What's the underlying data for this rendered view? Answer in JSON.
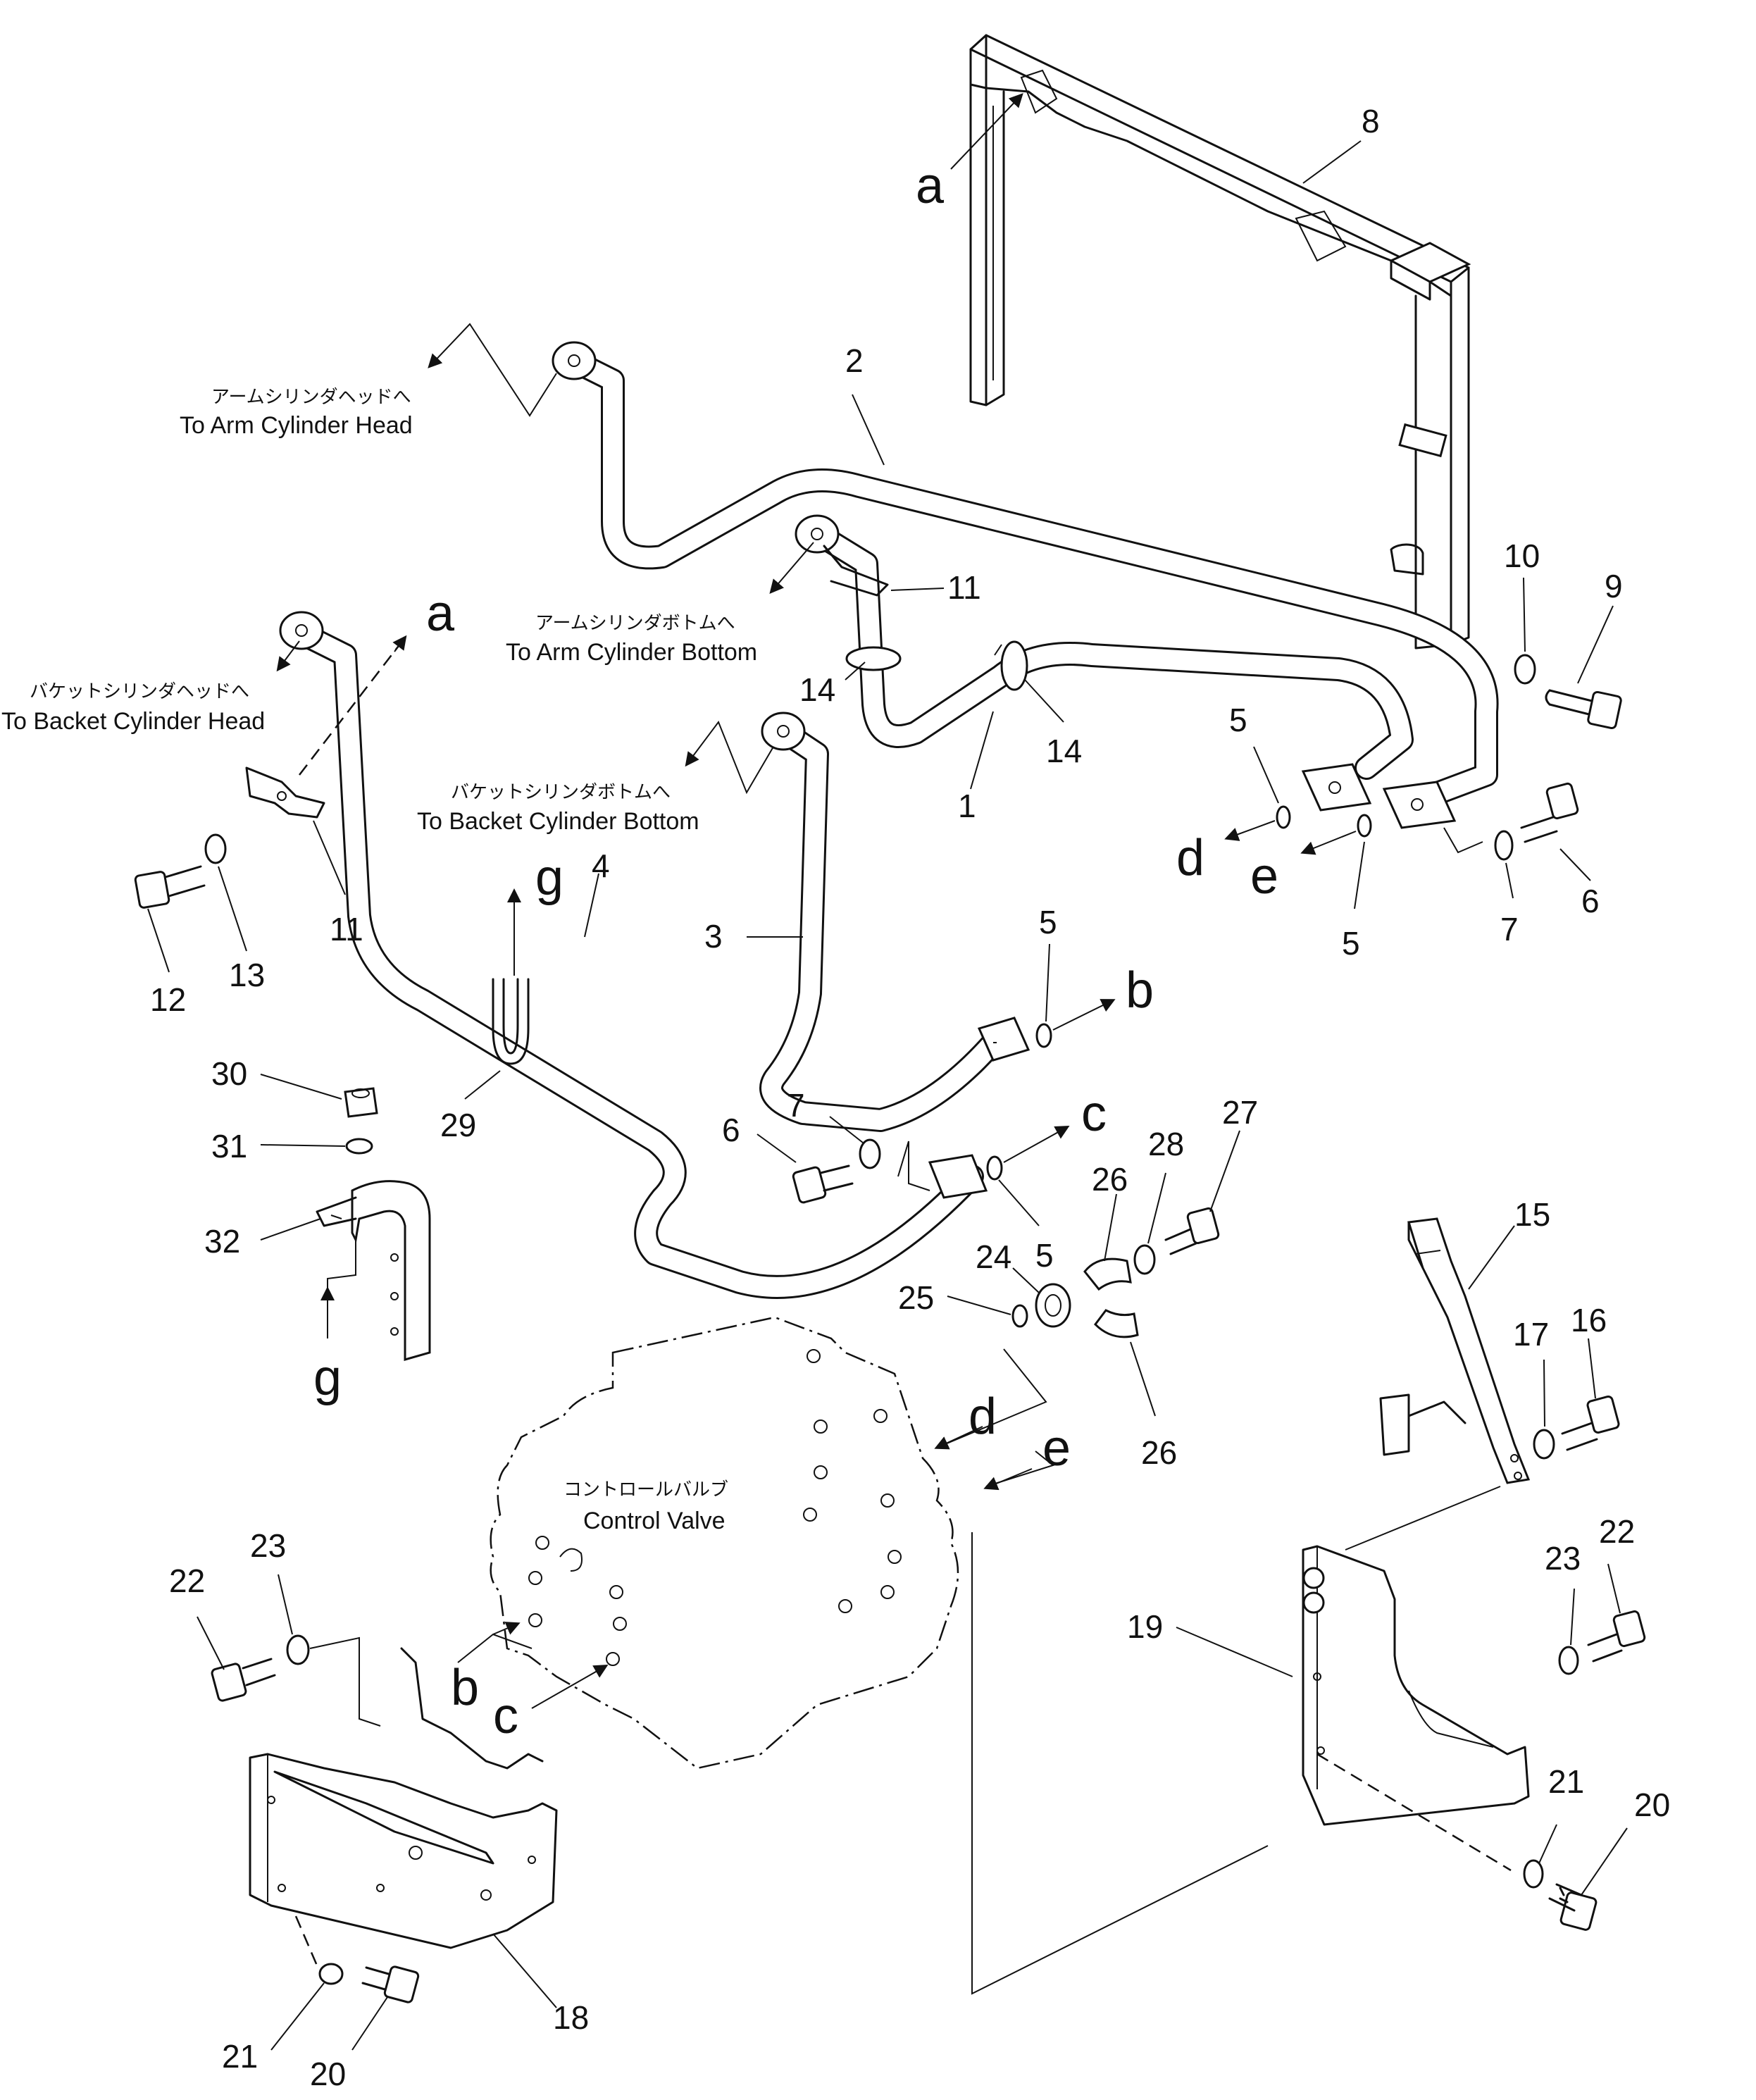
{
  "labels": {
    "to_arm_head_jp": "アームシリンダヘッドへ",
    "to_arm_head_en": "To Arm Cylinder Head",
    "to_arm_bottom_jp": "アームシリンダボトムへ",
    "to_arm_bottom_en": "To Arm Cylinder Bottom",
    "to_bucket_head_jp": "バケットシリンダヘッドへ",
    "to_bucket_head_en": "To Backet Cylinder Head",
    "to_bucket_bottom_jp": "バケットシリンダボトムへ",
    "to_bucket_bottom_en": "To Backet Cylinder Bottom",
    "control_valve_jp": "コントロールバルブ",
    "control_valve_en": "Control Valve"
  },
  "callouts": {
    "p1": "1",
    "p2": "2",
    "p3": "3",
    "p4": "4",
    "p5a": "5",
    "p5b": "5",
    "p5c": "5",
    "p5d": "5",
    "p6a": "6",
    "p6b": "6",
    "p7a": "7",
    "p7b": "7",
    "p8": "8",
    "p9": "9",
    "p10": "10",
    "p11a": "11",
    "p11b": "11",
    "p12": "12",
    "p13": "13",
    "p14a": "14",
    "p14b": "14",
    "p15": "15",
    "p16": "16",
    "p17": "17",
    "p18": "18",
    "p19": "19",
    "p20a": "20",
    "p20b": "20",
    "p21a": "21",
    "p21b": "21",
    "p22a": "22",
    "p22b": "22",
    "p23a": "23",
    "p23b": "23",
    "p24": "24",
    "p25": "25",
    "p26a": "26",
    "p26b": "26",
    "p27": "27",
    "p28": "28",
    "p29": "29",
    "p30": "30",
    "p31": "31",
    "p32": "32"
  },
  "letters": {
    "a_frame": "a",
    "a_clamp": "a",
    "b_pipe": "b",
    "b_valve": "b",
    "c_pipe": "c",
    "c_valve": "c",
    "d_flange": "d",
    "d_valve": "d",
    "e_flange": "e",
    "e_valve": "e",
    "g_top": "g",
    "g_bottom": "g"
  }
}
